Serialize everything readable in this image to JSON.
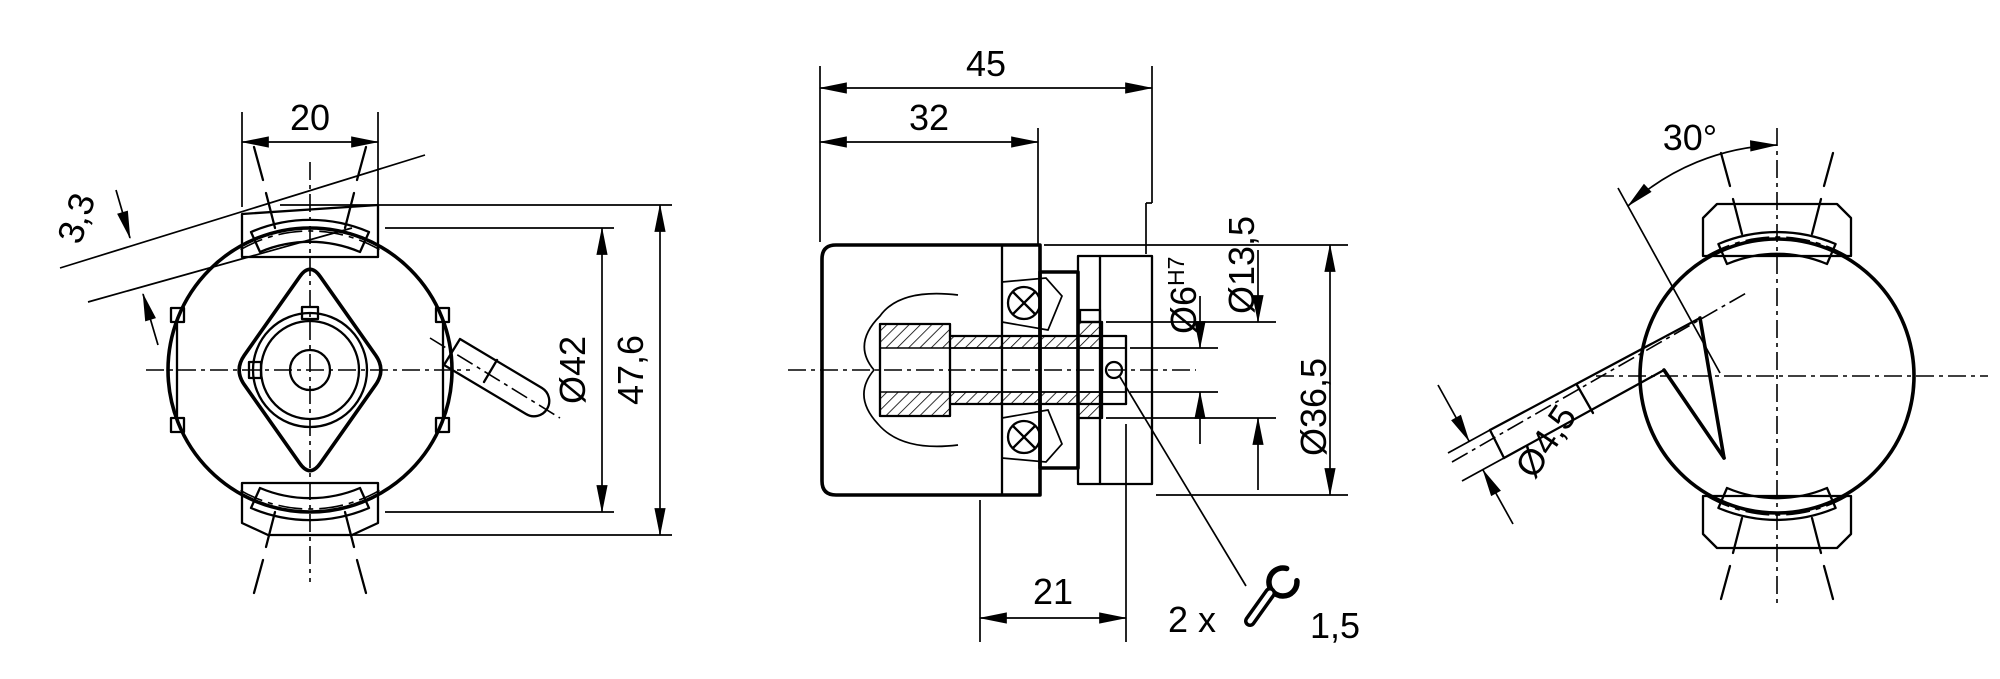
{
  "views": {
    "front": {
      "width": "20",
      "slot": "3,3",
      "diameter": "Ø42",
      "height": "47,6"
    },
    "side": {
      "depth": "45",
      "body_depth": "32",
      "shaft_length": "21",
      "bore": "Ø6",
      "bore_tolerance": "H7",
      "hub_diameter": "Ø13,5",
      "flange_diameter": "Ø36,5",
      "wrench_qty": "2 x",
      "wrench_size": "1,5"
    },
    "rear": {
      "angle": "30°",
      "cable_diameter": "Ø4,5"
    }
  },
  "icons": {
    "wrench": "open-end-wrench"
  },
  "colors": {
    "ink": "#000000",
    "paper": "#ffffff"
  }
}
